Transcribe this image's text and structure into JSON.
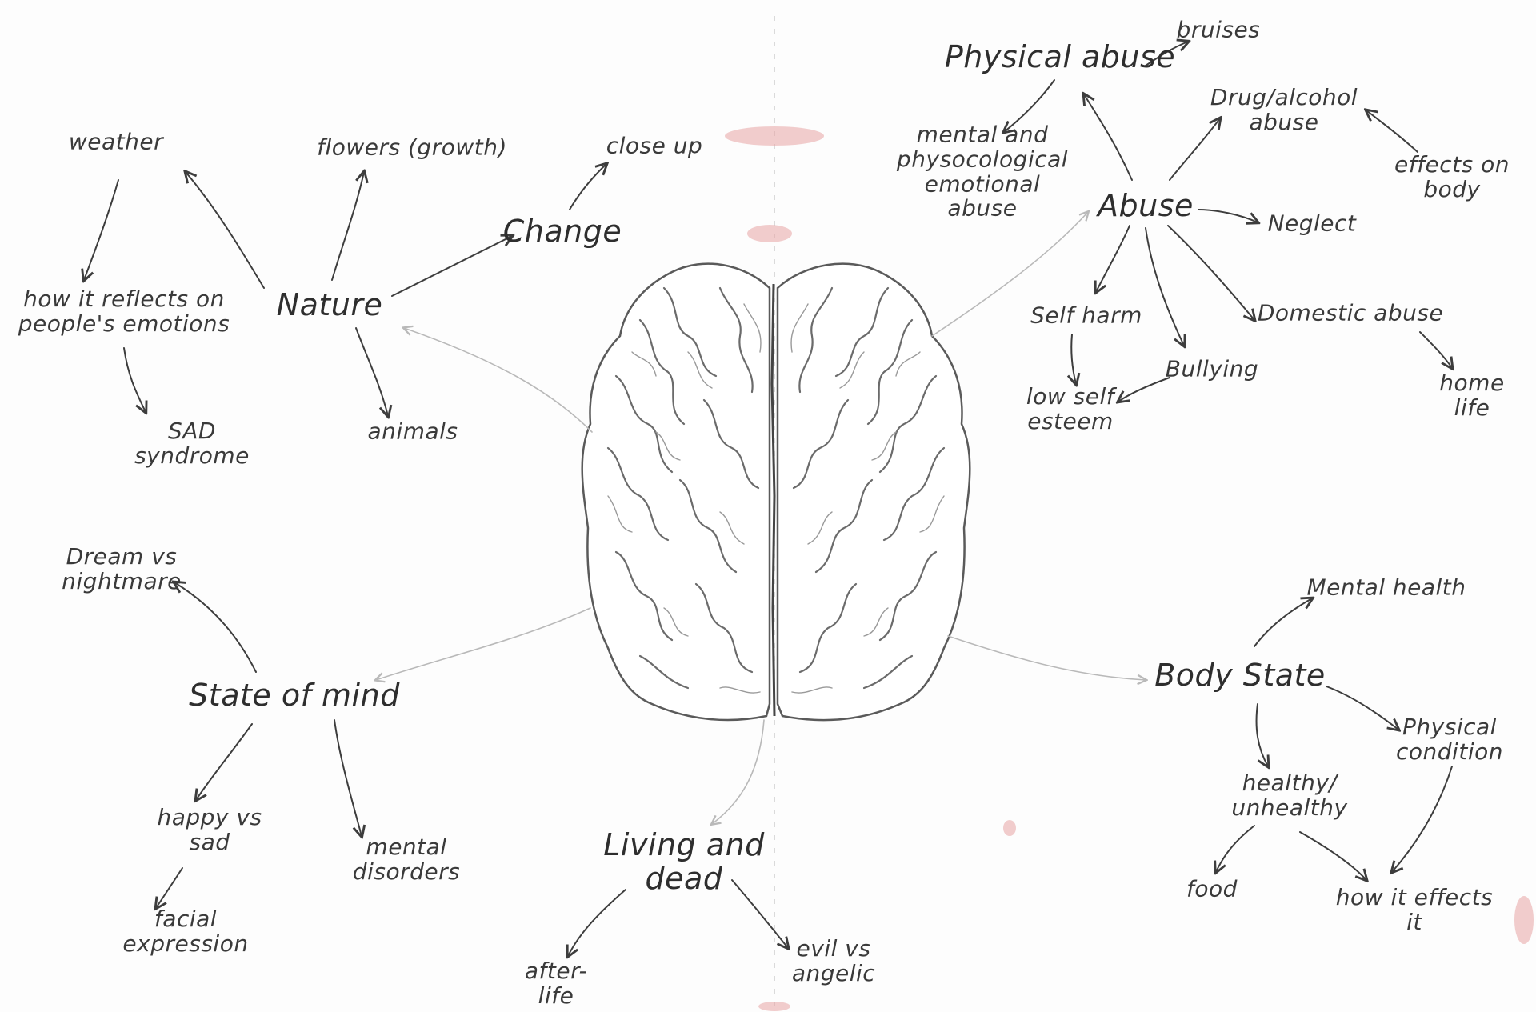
{
  "mindmap": {
    "center": {
      "icon": "brain-drawing-icon"
    },
    "nature": {
      "label": "Nature",
      "weather": "weather",
      "reflects": [
        "how it reflects on",
        "people's emotions"
      ],
      "sad": [
        "SAD",
        "syndrome"
      ],
      "flowers": "flowers (growth)",
      "animals": "animals",
      "change": "Change",
      "close_up": "close up"
    },
    "abuse": {
      "label": "Abuse",
      "physical": "Physical abuse",
      "bruises": "bruises",
      "mental": [
        "mental and",
        "physocological",
        "emotional",
        "abuse"
      ],
      "drug": [
        "Drug/alcohol",
        "abuse"
      ],
      "effects": [
        "effects on",
        "body"
      ],
      "neglect": "Neglect",
      "self_harm": "Self harm",
      "low_esteem": [
        "low self",
        "esteem"
      ],
      "bullying": "Bullying",
      "domestic": "Domestic abuse",
      "home_life": [
        "home",
        "life"
      ]
    },
    "state_of_mind": {
      "label": "State of mind",
      "dream": [
        "Dream vs",
        "nightmare"
      ],
      "happy": [
        "happy vs",
        "sad"
      ],
      "facial": [
        "facial",
        "expression"
      ],
      "disorders": [
        "mental",
        "disorders"
      ]
    },
    "living_dead": {
      "label": [
        "Living and",
        "dead"
      ],
      "after_life": [
        "after-",
        "life"
      ],
      "evil": [
        "evil vs",
        "angelic"
      ]
    },
    "body_state": {
      "label": "Body State",
      "mental_health": "Mental health",
      "physical_condition": [
        "Physical",
        "condition"
      ],
      "healthy": [
        "healthy/",
        "unhealthy"
      ],
      "food": "food",
      "how_affects": [
        "how it effects",
        "it"
      ]
    }
  }
}
